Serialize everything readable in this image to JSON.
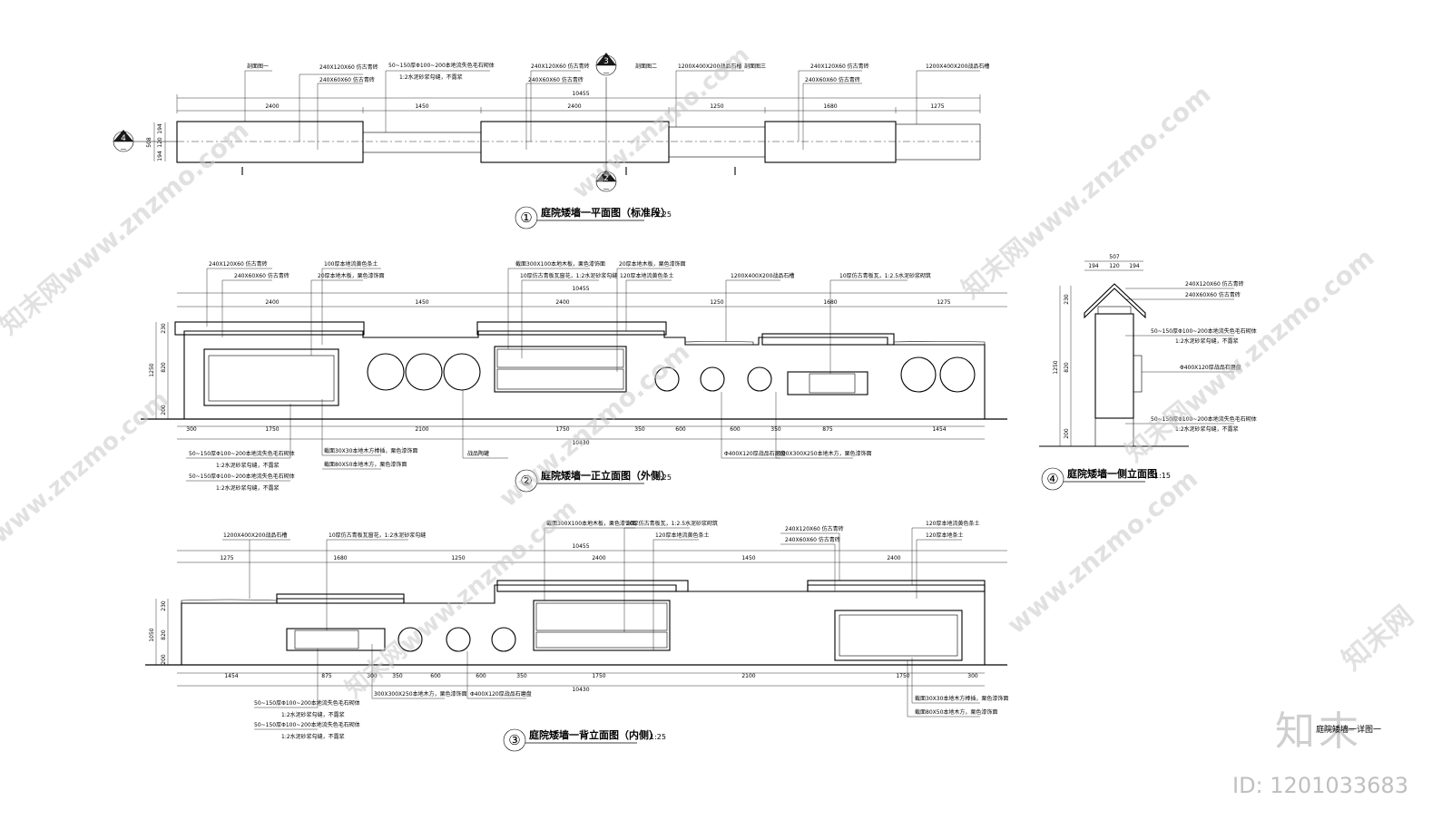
{
  "views": {
    "plan": {
      "num": "①",
      "title": "庭院矮墙一平面图（标准段）",
      "scale": "1:25"
    },
    "front": {
      "num": "②",
      "title": "庭院矮墙一正立面图（外侧）",
      "scale": "1:25"
    },
    "back": {
      "num": "③",
      "title": "庭院矮墙一背立面图（内侧）",
      "scale": "1:25"
    },
    "side": {
      "num": "④",
      "title": "庭院矮墙一侧立面图",
      "scale": "1:15"
    }
  },
  "section_markers": {
    "s3": "3",
    "s2": "2",
    "s4": "4",
    "s_line": "—"
  },
  "plan": {
    "total": "10455",
    "segments": [
      "2400",
      "1450",
      "2400",
      "1250",
      "1680",
      "1275"
    ],
    "depth": [
      "194",
      "120",
      "194"
    ],
    "depth_total": "508",
    "callouts": [
      "剖面图一",
      "240X120X60 仿古青砖",
      "240X60X60 仿古青砖",
      "50~150厚Φ100~200本地流失色毛石砌体",
      "1:2水泥砂浆勾缝，不露浆",
      "240X120X60 仿古青砖",
      "240X60X60 仿古青砖",
      "剖面图二",
      "1200X400X200战品石槽",
      "剖面图三",
      "240X120X60 仿古青砖",
      "240X60X60 仿古青砖",
      "1200X400X200战品石槽"
    ]
  },
  "front": {
    "total_top": "10455",
    "segments_top": [
      "2400",
      "1450",
      "2400",
      "1250",
      "1680",
      "1275"
    ],
    "total_bottom": "10430",
    "segments_bottom": [
      "300",
      "1750",
      "2100",
      "1750",
      "350",
      "600",
      "600",
      "350",
      "875",
      "1454"
    ],
    "heights": [
      "230",
      "820",
      "200",
      "1250"
    ],
    "callouts_top": [
      "240X120X60 仿古青砖",
      "240X60X60 仿古青砖",
      "100厚本地流黄色条土",
      "20厚本地木板，栗色漆饰面",
      "截面300X100本地木板，栗色漆饰面",
      "10厚仿古青板瓦窗花，1:2水泥砂浆勾缝",
      "20厚本地木板，栗色漆饰面",
      "120厚本地流黄色条土",
      "1200X400X200战品石槽",
      "10厚仿古青板瓦，1:2.5水泥砂浆砌筑"
    ],
    "callouts_bottom": [
      "50~150厚Φ100~200本地流失色毛石砌体",
      "1:2水泥砂浆勾缝，不露浆",
      "截面30X30本地木方棒插，栗色漆饰面",
      "截面80X50本地木方，栗色漆饰面",
      "战品陶罐",
      "Φ400X120厚战品石磨盘",
      "300X300X250本地木方，栗色漆饰面"
    ]
  },
  "back": {
    "total_top": "10455",
    "segments_top": [
      "1275",
      "1680",
      "1250",
      "2400",
      "1450",
      "2400"
    ],
    "total_bottom": "10430",
    "segments_bottom": [
      "1454",
      "875",
      "300",
      "350",
      "600",
      "600",
      "350",
      "1750",
      "2100",
      "1750",
      "300"
    ],
    "heights": [
      "230",
      "820",
      "200",
      "1050"
    ],
    "callouts_top": [
      "1200X400X200战品石槽",
      "10厚仿古青板瓦窗花，1:2水泥砂浆勾缝",
      "截面300X100本地木板，栗色漆饰面",
      "10厚仿古青板瓦，1:2.5水泥砂浆砌筑",
      "120厚本地流黄色条土",
      "240X120X60 仿古青砖",
      "240X60X60 仿古青砖",
      "120厚本地流黄色条土",
      "120厚本地条土"
    ],
    "callouts_bottom": [
      "50~150厚Φ100~200本地流失色毛石砌体",
      "1:2水泥砂浆勾缝，不露浆",
      "50~150厚Φ100~200本地流失色毛石砌体",
      "1:2水泥砂浆勾缝，不露浆",
      "300X300X250本地木方，栗色漆饰面",
      "Φ400X120厚战品石磨盘",
      "截面30X30本地木方棒插，栗色漆饰面",
      "截面80X50本地木方，栗色漆饰面"
    ]
  },
  "side": {
    "top_dims": [
      "194",
      "120",
      "194"
    ],
    "top_total": "507",
    "heights": [
      "230",
      "820",
      "200",
      "1250"
    ],
    "callouts": [
      "240X120X60 仿古青砖",
      "240X60X60 仿古青砖",
      "50~150厚Φ100~200本地流失色毛石砌体",
      "1:2水泥砂浆勾缝，不露浆",
      "Φ400X120厚战品石磨盘",
      "50~150厚Φ100~200本地流失色毛石砌体",
      "1:2水泥砂浆勾缝，不露浆"
    ]
  },
  "sheet_title": "庭院矮墙一详图一",
  "watermarks": [
    "知末网www.znzmo.com",
    "www.znzmo.com",
    "知末网"
  ],
  "brand": "知末",
  "id_tag": "ID: 1201033683"
}
